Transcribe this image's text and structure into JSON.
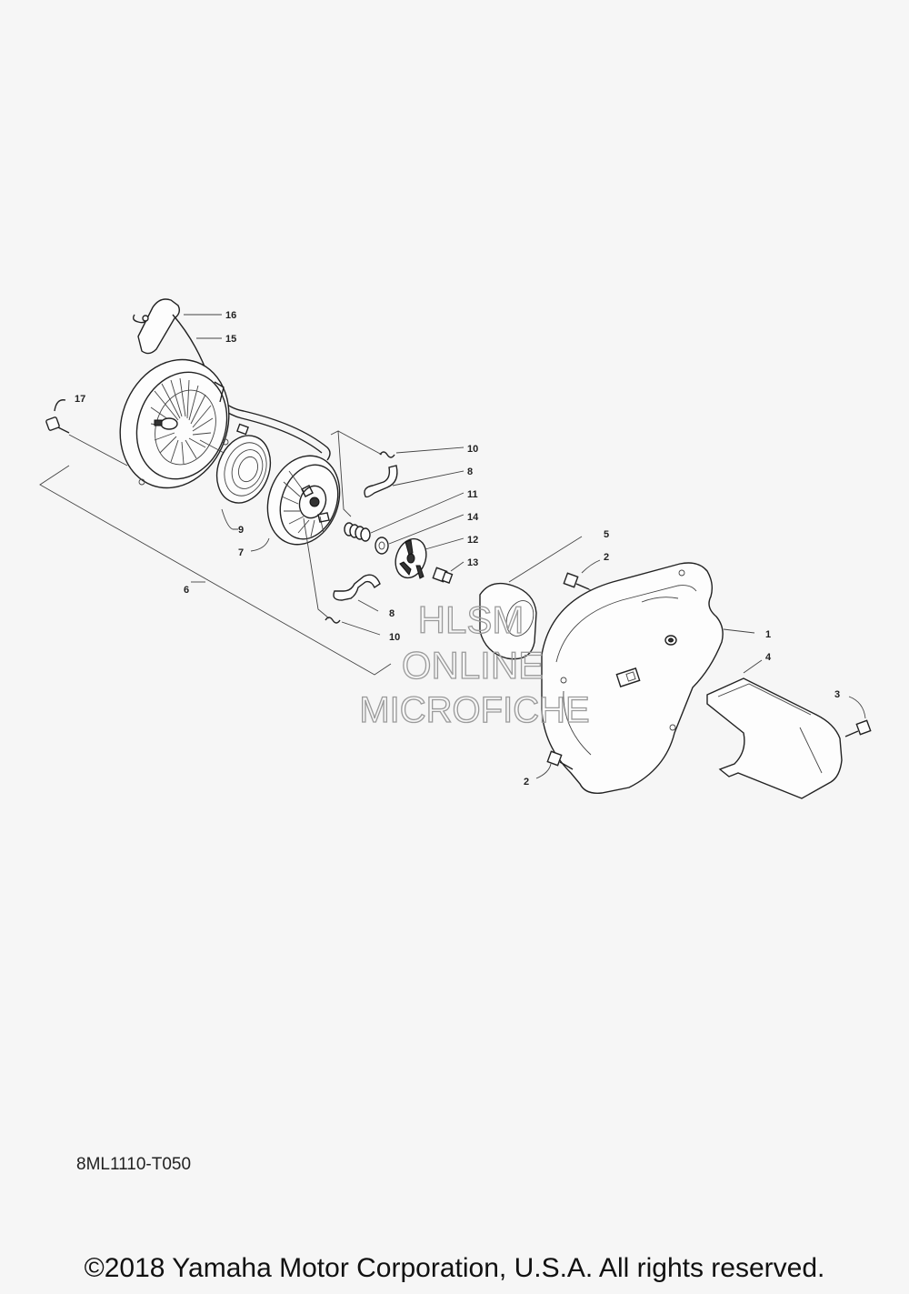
{
  "callouts": {
    "c1": "1",
    "c2a": "2",
    "c2b": "2",
    "c3": "3",
    "c4": "4",
    "c5": "5",
    "c6": "6",
    "c7": "7",
    "c8a": "8",
    "c8b": "8",
    "c9": "9",
    "c10a": "10",
    "c10b": "10",
    "c11": "11",
    "c12": "12",
    "c13": "13",
    "c14": "14",
    "c15": "15",
    "c16": "16",
    "c17": "17"
  },
  "watermark": {
    "line1": "HLSM",
    "line2": "ONLINE",
    "line3": "MICROFICHE"
  },
  "diagram_code": "8ML1110-T050",
  "copyright": "©2018 Yamaha Motor Corporation, U.S.A. All rights reserved."
}
